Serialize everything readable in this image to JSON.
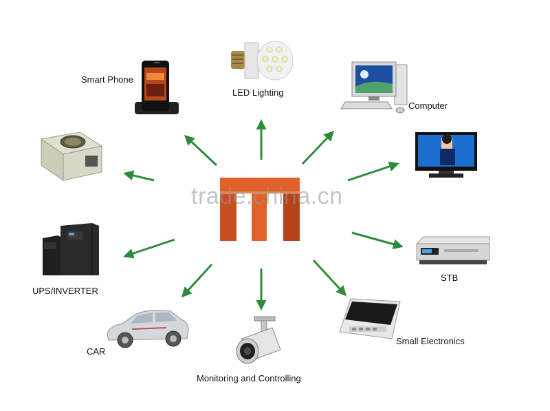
{
  "devices": [
    {
      "key": "smart_phone",
      "label": "Smart Phone",
      "icon": "smart-phone-icon"
    },
    {
      "key": "led",
      "label": "LED Lighting",
      "icon": "led-bulb-icon"
    },
    {
      "key": "computer",
      "label": "Computer",
      "icon": "desktop-computer-icon"
    },
    {
      "key": "psu",
      "label": "",
      "icon": "power-supply-icon"
    },
    {
      "key": "tv",
      "label": "",
      "icon": "lcd-tv-icon"
    },
    {
      "key": "ups",
      "label": "UPS/INVERTER",
      "icon": "ups-inverter-icon"
    },
    {
      "key": "stb",
      "label": "STB",
      "icon": "set-top-box-icon"
    },
    {
      "key": "car",
      "label": "CAR",
      "icon": "car-icon"
    },
    {
      "key": "camera",
      "label": "Monitoring and Controlling",
      "icon": "security-camera-icon"
    },
    {
      "key": "small_elec",
      "label": "Small Electronics",
      "icon": "induction-cooker-icon"
    }
  ],
  "watermark": "trade.china.cn",
  "colors": {
    "arrow": "#2e8b3e",
    "logo_orange": "#e0622a",
    "logo_dark": "#b8431a"
  }
}
